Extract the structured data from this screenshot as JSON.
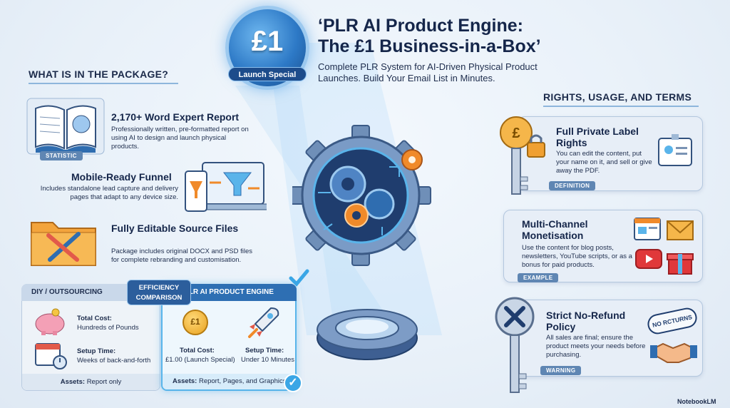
{
  "header": {
    "title_line1": "‘PLR AI Product Engine:",
    "title_line2": "The £1 Business-in-a-Box’",
    "subtitle": "Complete PLR System for AI-Driven Physical Product Launches. Build Your Email List in Minutes.",
    "medal_amount": "£1",
    "medal_ribbon": "Launch Special"
  },
  "package": {
    "heading": "WHAT IS IN THE PACKAGE?",
    "items": [
      {
        "title": "2,170+ Word Expert Report",
        "desc": "Professionally written, pre-formatted report on using AI to design and launch physical products.",
        "tag": "STATISTIC"
      },
      {
        "title": "Mobile-Ready Funnel",
        "desc": "Includes standalone lead capture and delivery pages that adapt to any device size."
      },
      {
        "title": "Fully Editable Source Files",
        "desc": "Package includes original DOCX and PSD files for complete rebranding and customisation."
      }
    ]
  },
  "comparison": {
    "badge": "EFFICIENCY COMPARISON",
    "left": {
      "head": "DIY / OUTSOURCING",
      "cost_label": "Total Cost:",
      "cost_value": "Hundreds of Pounds",
      "time_label": "Setup Time:",
      "time_value": "Weeks of back-and-forth",
      "assets_label": "Assets:",
      "assets_value": "Report only"
    },
    "right": {
      "head": "PLR AI PRODUCT ENGINE",
      "coin": "£1",
      "cost_label": "Total Cost:",
      "cost_value": "£1.00 (Launch Special)",
      "time_label": "Setup Time:",
      "time_value": "Under 10 Minutes",
      "assets_label": "Assets:",
      "assets_value": "Report, Pages, and Graphics"
    }
  },
  "rights": {
    "heading": "RIGHTS, USAGE, AND TERMS",
    "cards": [
      {
        "title": "Full Private Label Rights",
        "desc": "You can edit the content, put your name on it, and sell or give away the PDF.",
        "tag": "DEFINITION",
        "key_symbol": "£"
      },
      {
        "title": "Multi-Channel Monetisation",
        "desc": "Use the content for blog posts, newsletters, YouTube scripts, or as a bonus for paid products.",
        "tag": "EXAMPLE"
      },
      {
        "title": "Strict No-Refund Policy",
        "desc": "All sales are final; ensure the product meets your needs before purchasing.",
        "tag": "WARNING",
        "stamp": "NO RCTURNS"
      }
    ]
  },
  "footer": {
    "brand": "NotebookLM"
  },
  "colors": {
    "accent": "#2e6fb3",
    "glow": "#57b4ea",
    "orange": "#f08a2a",
    "navy": "#15264a"
  }
}
